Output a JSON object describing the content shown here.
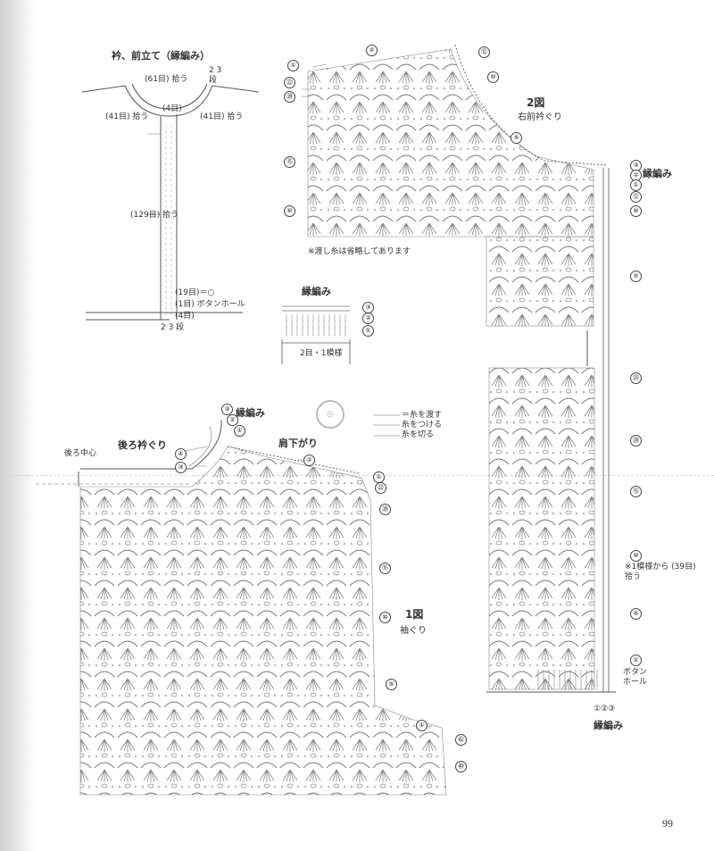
{
  "collar": {
    "title": "衿、前立て（縁編み）",
    "pick_61": "(61目) 拾う",
    "pick_41_left": "(41目) 拾う",
    "pick_41_right": "(41目) 拾う",
    "count_4": "(4目)",
    "pick_129": "(129目) 拾う",
    "rows_top": "2 3 段",
    "rows_bottom": "2 3 段",
    "count_19": "(19目)＝○",
    "buttonhole": "(1目) ボタンホール",
    "count_4b": "(4目)"
  },
  "edging_sample": {
    "title": "縁編み",
    "repeat": "2目・1模様"
  },
  "fig1": {
    "edging": "縁編み",
    "back_neck": "後ろ衿ぐり",
    "back_center": "後ろ中心",
    "shoulder": "肩下がり",
    "figure": "1図",
    "armhole": "袖ぐり",
    "legend_pass": "＝糸を渡す",
    "legend_attach": "糸をつける",
    "legend_cut": "糸を切る"
  },
  "fig2": {
    "figure": "2図",
    "right_front_neck": "右前衿ぐり",
    "note": "※渡し糸は省略してあります",
    "edging": "縁編み",
    "pick_note": "※1模様から (39目) 拾う",
    "buttonhole": "ボタン ホール",
    "edging_bottom": "縁編み",
    "bottom_rows": "①②③"
  },
  "row_markers": [
    "①",
    "②",
    "③",
    "④",
    "⑤",
    "⑩",
    "⑫",
    "⑮",
    "⑳",
    "㉒",
    "㉕",
    "㊵",
    "㊷"
  ],
  "page_number": "99"
}
